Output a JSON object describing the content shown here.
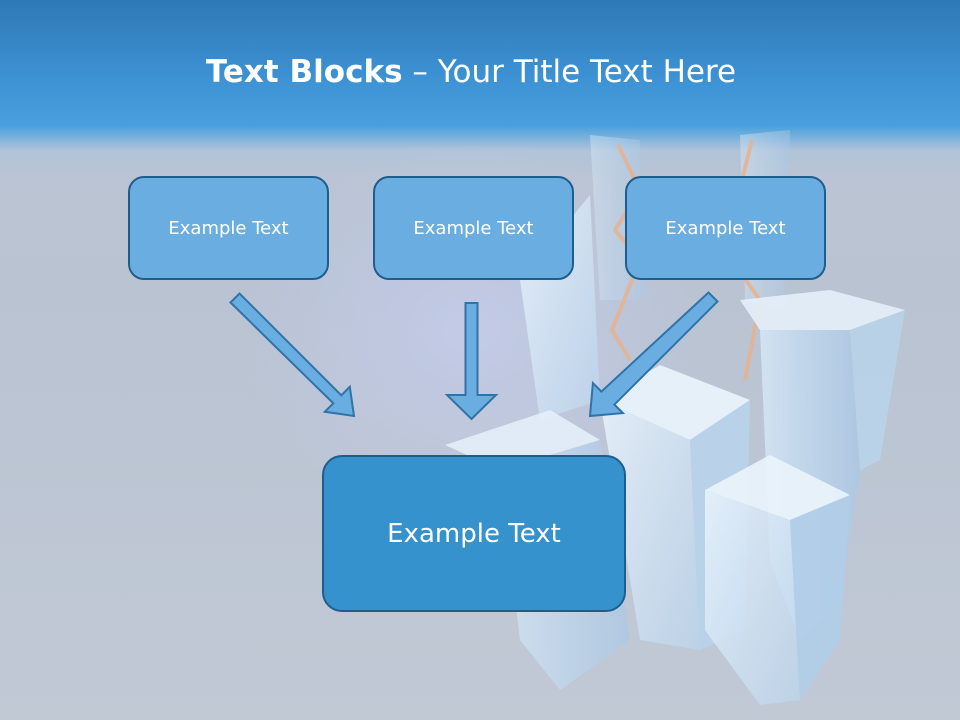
{
  "slide": {
    "title_bold": "Text Blocks",
    "title_separator": " – ",
    "title_rest": "Your Title Text Here",
    "blocks": [
      {
        "text": "Example Text"
      },
      {
        "text": "Example Text"
      },
      {
        "text": "Example Text"
      }
    ],
    "target_block": {
      "text": "Example Text"
    }
  },
  "colors": {
    "header_blue": "#3d92d4",
    "small_box_fill": "#6aade0",
    "big_box_fill": "#3592cc",
    "box_border": "#1f5e8c",
    "arrow_fill": "#6aade0"
  }
}
